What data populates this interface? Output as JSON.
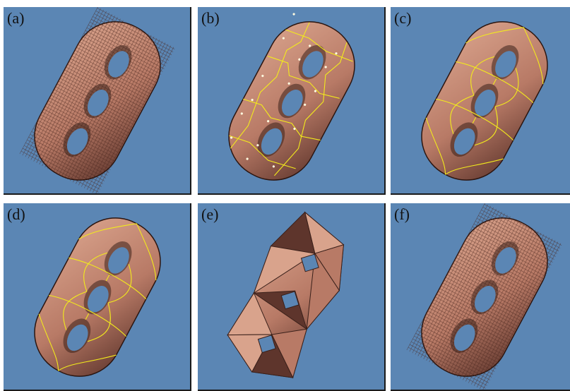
{
  "panels": [
    {
      "label": "(a)",
      "variant": "mesh"
    },
    {
      "label": "(b)",
      "variant": "seeds"
    },
    {
      "label": "(c)",
      "variant": "curves"
    },
    {
      "label": "(d)",
      "variant": "curves"
    },
    {
      "label": "(e)",
      "variant": "polyhedron"
    },
    {
      "label": "(f)",
      "variant": "mesh"
    }
  ],
  "colors": {
    "background": "#5b86b4",
    "surface": "#b87a66",
    "surface_light": "#d9a38c",
    "surface_dark": "#5e352c",
    "curve": "#f2ea1c"
  }
}
